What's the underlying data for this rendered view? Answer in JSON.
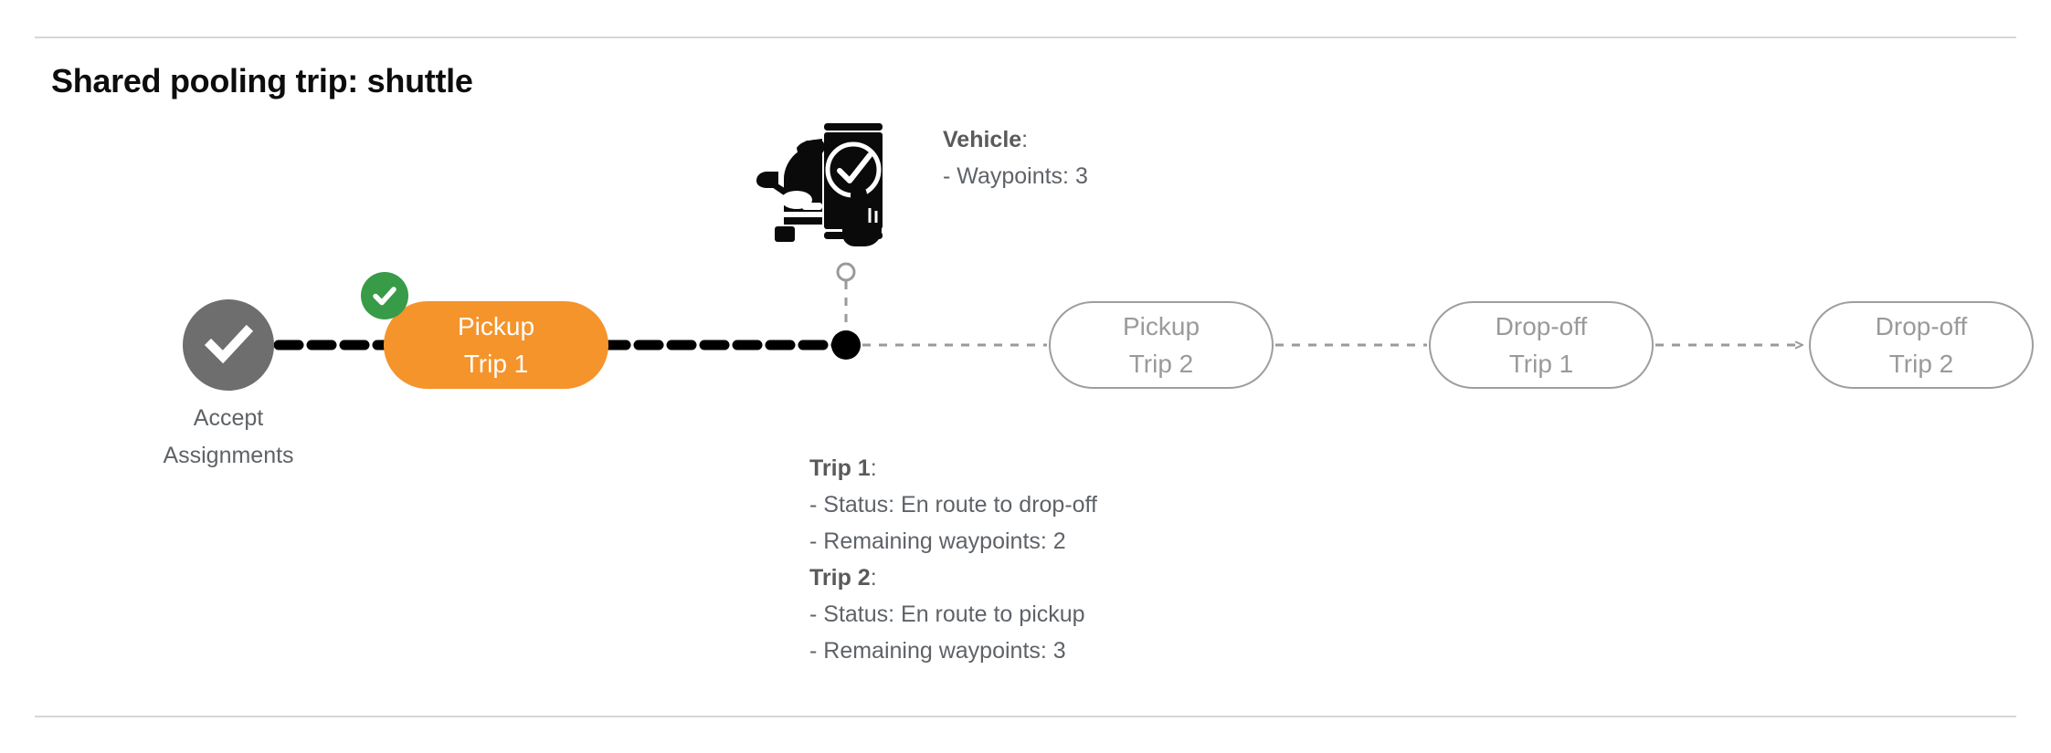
{
  "page": {
    "title": "Shared pooling trip: shuttle",
    "background": "#ffffff"
  },
  "colors": {
    "active_node": "#F5942B",
    "completed_badge": "#389B47",
    "completed_node": "#6e6e6e",
    "upcoming_outline": "#9e9e9e",
    "upcoming_text": "#9a9a9a",
    "body_text": "#5f6368",
    "divider": "#d6d6d6",
    "path_done": "#000000",
    "path_upcoming": "#9a9a9a"
  },
  "flow": {
    "start_node": {
      "icon": "check-circle-icon",
      "label": "Accept\nAssignments",
      "state": "completed"
    },
    "nodes": [
      {
        "id": "pickup-trip-1",
        "line1": "Pickup",
        "line2": "Trip 1",
        "state": "active",
        "badge_icon": "check-badge-icon"
      },
      {
        "id": "pickup-trip-2",
        "line1": "Pickup",
        "line2": "Trip 2",
        "state": "upcoming"
      },
      {
        "id": "dropoff-trip-1",
        "line1": "Drop-off",
        "line2": "Trip 1",
        "state": "upcoming"
      },
      {
        "id": "dropoff-trip-2",
        "line1": "Drop-off",
        "line2": "Trip 2",
        "state": "upcoming"
      }
    ],
    "vehicle_marker": {
      "icon": "vehicle-app-check-icon",
      "marker_icon": "position-dot-icon"
    }
  },
  "vehicle_callout": {
    "heading": "Vehicle",
    "heading_suffix": ":",
    "lines": [
      "- Waypoints: 3"
    ]
  },
  "trips_callout": {
    "trip1": {
      "heading": "Trip 1",
      "heading_suffix": ":",
      "status_line": "- Status:  En route to drop-off",
      "waypoints_line": "- Remaining waypoints: 2"
    },
    "trip2": {
      "heading": "Trip 2",
      "heading_suffix": ":",
      "status_line": "- Status:  En route to pickup",
      "waypoints_line": "- Remaining waypoints: 3"
    }
  }
}
